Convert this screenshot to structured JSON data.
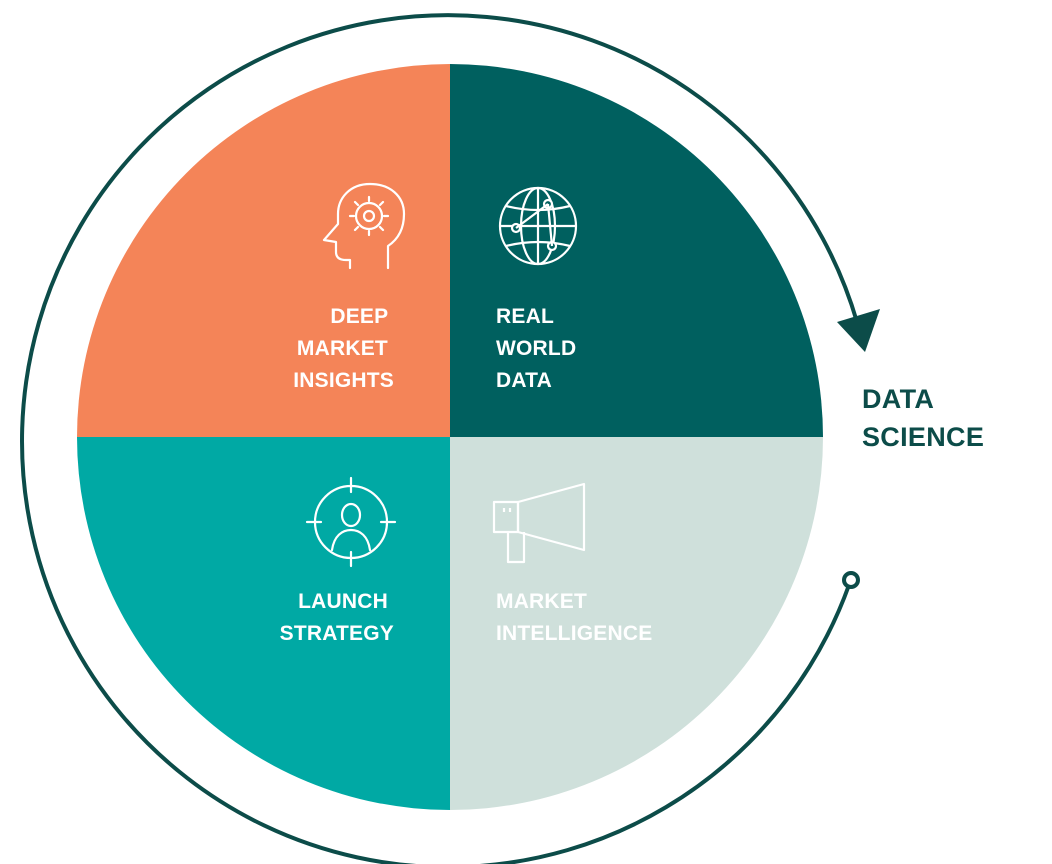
{
  "colors": {
    "orange": "#f48458",
    "dark_teal": "#00605f",
    "teal": "#00a9a4",
    "light_sage": "#cfe0db",
    "text_dark": "#0c4c49",
    "white": "#ffffff"
  },
  "quadrants": [
    {
      "key": "deep-market-insights",
      "icon": "head-gear-icon",
      "lines": [
        "DEEP",
        "MARKET",
        "INSIGHTS"
      ]
    },
    {
      "key": "real-world-data",
      "icon": "globe-network-icon",
      "lines": [
        "REAL",
        "WORLD",
        "DATA"
      ]
    },
    {
      "key": "launch-strategy",
      "icon": "target-person-icon",
      "lines": [
        "LAUNCH",
        "STRATEGY"
      ]
    },
    {
      "key": "market-intelligence",
      "icon": "megaphone-icon",
      "lines": [
        "MARKET",
        "INTELLIGENCE"
      ]
    }
  ],
  "cycle_label": {
    "line1": "DATA",
    "line2": "SCIENCE"
  }
}
